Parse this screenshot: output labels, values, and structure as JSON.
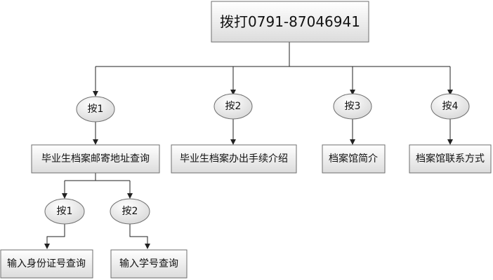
{
  "root": {
    "label": "拨打0791-87046941"
  },
  "options": [
    {
      "key": "按1",
      "target": "毕业生档案邮寄地址查询"
    },
    {
      "key": "按2",
      "target": "毕业生档案办出手续介绍"
    },
    {
      "key": "按3",
      "target": "档案馆简介"
    },
    {
      "key": "按4",
      "target": "档案馆联系方式"
    }
  ],
  "sub_options": [
    {
      "key": "按1",
      "target": "输入身份证号查询"
    },
    {
      "key": "按2",
      "target": "输入学号查询"
    }
  ],
  "colors": {
    "box_top": "#ffffff",
    "box_bottom": "#dcdcdc",
    "border": "#6e6e6e",
    "line": "#222222"
  }
}
